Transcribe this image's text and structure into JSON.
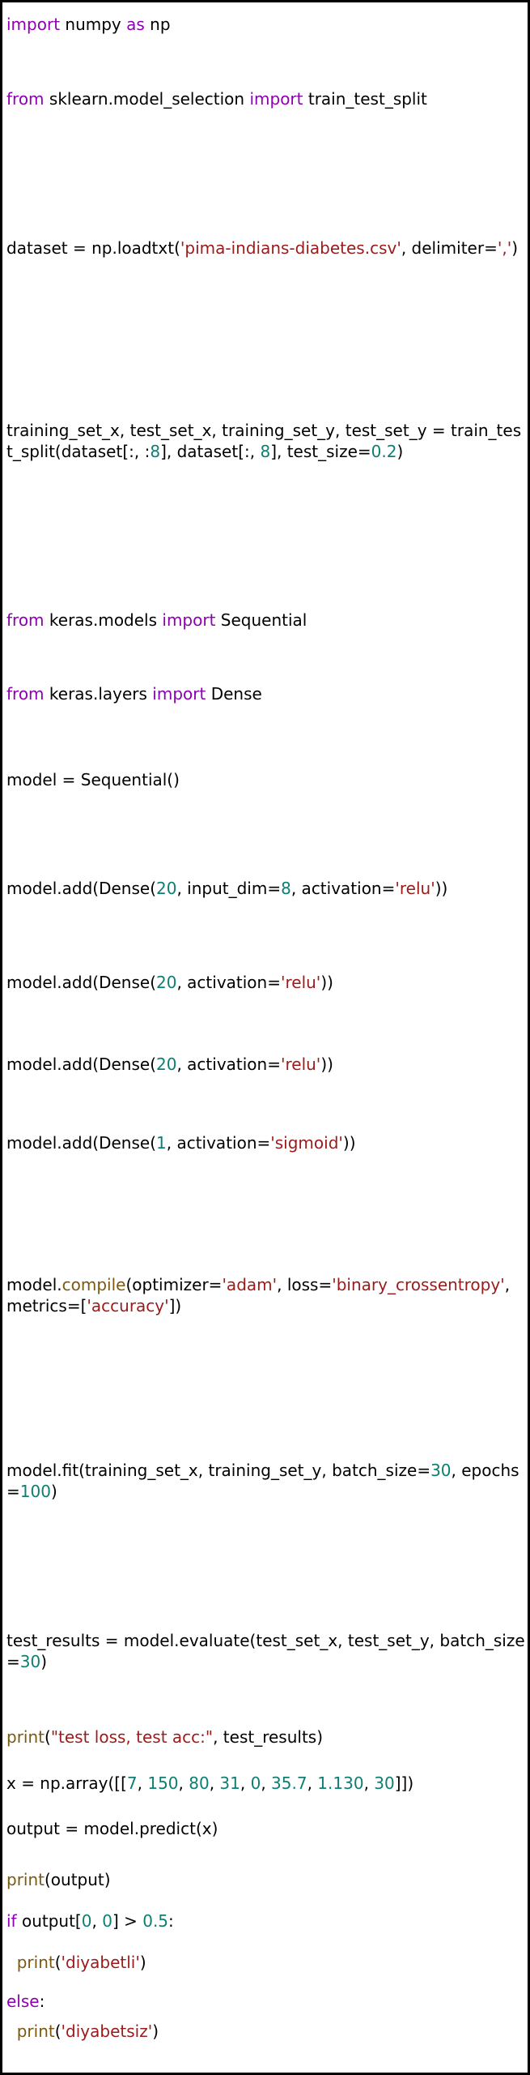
{
  "colors": {
    "keyword": "#8e00b3",
    "string": "#9b1a1a",
    "number": "#0d7f72",
    "builtin": "#7b5a10",
    "text": "#000000"
  },
  "lines": [
    {
      "name": "import-numpy-line",
      "tokens": [
        {
          "t": "kw",
          "v": "import"
        },
        {
          "t": "plain",
          "v": " numpy "
        },
        {
          "t": "kw",
          "v": "as"
        },
        {
          "t": "plain",
          "v": " np"
        }
      ]
    },
    {
      "name": "import-train-test-split-line",
      "tokens": [
        {
          "t": "kw",
          "v": "from"
        },
        {
          "t": "plain",
          "v": " sklearn.model_selection "
        },
        {
          "t": "kw",
          "v": "import"
        },
        {
          "t": "plain",
          "v": " train_test_split"
        }
      ]
    },
    {
      "name": "load-dataset-line",
      "tokens": [
        {
          "t": "plain",
          "v": "dataset = np.loadtxt("
        },
        {
          "t": "str",
          "v": "'pima-indians-diabetes.csv'"
        },
        {
          "t": "plain",
          "v": ", delimiter="
        },
        {
          "t": "str",
          "v": "','"
        },
        {
          "t": "plain",
          "v": ")"
        }
      ]
    },
    {
      "name": "split-dataset-line",
      "tokens": [
        {
          "t": "plain",
          "v": "training_set_x, test_set_x, training_set_y, test_set_y = train_test_split(dataset[:, :"
        },
        {
          "t": "num",
          "v": "8"
        },
        {
          "t": "plain",
          "v": "], dataset[:, "
        },
        {
          "t": "num",
          "v": "8"
        },
        {
          "t": "plain",
          "v": "], test_size="
        },
        {
          "t": "num",
          "v": "0.2"
        },
        {
          "t": "plain",
          "v": ")"
        }
      ]
    },
    {
      "name": "import-sequential-line",
      "tokens": [
        {
          "t": "kw",
          "v": "from"
        },
        {
          "t": "plain",
          "v": " keras.models "
        },
        {
          "t": "kw",
          "v": "import"
        },
        {
          "t": "plain",
          "v": " Sequential"
        }
      ]
    },
    {
      "name": "import-dense-line",
      "tokens": [
        {
          "t": "kw",
          "v": "from"
        },
        {
          "t": "plain",
          "v": " keras.layers "
        },
        {
          "t": "kw",
          "v": "import"
        },
        {
          "t": "plain",
          "v": " Dense"
        }
      ]
    },
    {
      "name": "create-model-line",
      "tokens": [
        {
          "t": "plain",
          "v": "model = Sequential()"
        }
      ]
    },
    {
      "name": "add-input-layer-line",
      "tokens": [
        {
          "t": "plain",
          "v": "model.add(Dense("
        },
        {
          "t": "num",
          "v": "20"
        },
        {
          "t": "plain",
          "v": ", input_dim="
        },
        {
          "t": "num",
          "v": "8"
        },
        {
          "t": "plain",
          "v": ", activation="
        },
        {
          "t": "str",
          "v": "'relu'"
        },
        {
          "t": "plain",
          "v": "))"
        }
      ]
    },
    {
      "name": "add-hidden-layer-line-1",
      "tokens": [
        {
          "t": "plain",
          "v": "model.add(Dense("
        },
        {
          "t": "num",
          "v": "20"
        },
        {
          "t": "plain",
          "v": ", activation="
        },
        {
          "t": "str",
          "v": "'relu'"
        },
        {
          "t": "plain",
          "v": "))"
        }
      ]
    },
    {
      "name": "add-hidden-layer-line-2",
      "tokens": [
        {
          "t": "plain",
          "v": "model.add(Dense("
        },
        {
          "t": "num",
          "v": "20"
        },
        {
          "t": "plain",
          "v": ", activation="
        },
        {
          "t": "str",
          "v": "'relu'"
        },
        {
          "t": "plain",
          "v": "))"
        }
      ]
    },
    {
      "name": "add-output-layer-line",
      "tokens": [
        {
          "t": "plain",
          "v": "model.add(Dense("
        },
        {
          "t": "num",
          "v": "1"
        },
        {
          "t": "plain",
          "v": ", activation="
        },
        {
          "t": "str",
          "v": "'sigmoid'"
        },
        {
          "t": "plain",
          "v": "))"
        }
      ]
    },
    {
      "name": "compile-model-line",
      "tokens": [
        {
          "t": "plain",
          "v": "model."
        },
        {
          "t": "fn",
          "v": "compile"
        },
        {
          "t": "plain",
          "v": "(optimizer="
        },
        {
          "t": "str",
          "v": "'adam'"
        },
        {
          "t": "plain",
          "v": ", loss="
        },
        {
          "t": "str",
          "v": "'binary_crossentropy'"
        },
        {
          "t": "plain",
          "v": ", metrics=["
        },
        {
          "t": "str",
          "v": "'accuracy'"
        },
        {
          "t": "plain",
          "v": "])"
        }
      ]
    },
    {
      "name": "fit-model-line",
      "tokens": [
        {
          "t": "plain",
          "v": "model.fit(training_set_x, training_set_y, batch_size="
        },
        {
          "t": "num",
          "v": "30"
        },
        {
          "t": "plain",
          "v": ", epochs="
        },
        {
          "t": "num",
          "v": "100"
        },
        {
          "t": "plain",
          "v": ")"
        }
      ]
    },
    {
      "name": "evaluate-model-line",
      "tokens": [
        {
          "t": "plain",
          "v": "test_results = model.evaluate(test_set_x, test_set_y, batch_size="
        },
        {
          "t": "num",
          "v": "30"
        },
        {
          "t": "plain",
          "v": ")"
        }
      ]
    },
    {
      "name": "print-results-line",
      "tokens": [
        {
          "t": "fn",
          "v": "print"
        },
        {
          "t": "plain",
          "v": "("
        },
        {
          "t": "str",
          "v": "\"test loss, test acc:\""
        },
        {
          "t": "plain",
          "v": ", test_results)"
        }
      ]
    },
    {
      "name": "input-array-line",
      "tokens": [
        {
          "t": "plain",
          "v": "x = np.array([["
        },
        {
          "t": "num",
          "v": "7"
        },
        {
          "t": "plain",
          "v": ", "
        },
        {
          "t": "num",
          "v": "150"
        },
        {
          "t": "plain",
          "v": ", "
        },
        {
          "t": "num",
          "v": "80"
        },
        {
          "t": "plain",
          "v": ", "
        },
        {
          "t": "num",
          "v": "31"
        },
        {
          "t": "plain",
          "v": ", "
        },
        {
          "t": "num",
          "v": "0"
        },
        {
          "t": "plain",
          "v": ", "
        },
        {
          "t": "num",
          "v": "35.7"
        },
        {
          "t": "plain",
          "v": ", "
        },
        {
          "t": "num",
          "v": "1.130"
        },
        {
          "t": "plain",
          "v": ", "
        },
        {
          "t": "num",
          "v": "30"
        },
        {
          "t": "plain",
          "v": "]])"
        }
      ]
    },
    {
      "name": "predict-line",
      "tokens": [
        {
          "t": "plain",
          "v": "output = model.predict(x)"
        }
      ]
    },
    {
      "name": "print-output-line",
      "tokens": [
        {
          "t": "fn",
          "v": "print"
        },
        {
          "t": "plain",
          "v": "(output)"
        }
      ]
    },
    {
      "name": "if-condition-line",
      "tokens": [
        {
          "t": "kw",
          "v": "if"
        },
        {
          "t": "plain",
          "v": " output["
        },
        {
          "t": "num",
          "v": "0"
        },
        {
          "t": "plain",
          "v": ", "
        },
        {
          "t": "num",
          "v": "0"
        },
        {
          "t": "plain",
          "v": "] > "
        },
        {
          "t": "num",
          "v": "0.5"
        },
        {
          "t": "plain",
          "v": ":"
        }
      ]
    },
    {
      "name": "print-diyabetli-line",
      "tokens": [
        {
          "t": "plain",
          "v": "  "
        },
        {
          "t": "fn",
          "v": "print"
        },
        {
          "t": "plain",
          "v": "("
        },
        {
          "t": "str",
          "v": "'diyabetli'"
        },
        {
          "t": "plain",
          "v": ")"
        }
      ]
    },
    {
      "name": "else-line",
      "tokens": [
        {
          "t": "kw",
          "v": "else"
        },
        {
          "t": "plain",
          "v": ":"
        }
      ]
    },
    {
      "name": "print-diyabetsiz-line",
      "tokens": [
        {
          "t": "plain",
          "v": "  "
        },
        {
          "t": "fn",
          "v": "print"
        },
        {
          "t": "plain",
          "v": "("
        },
        {
          "t": "str",
          "v": "'diyabetsiz'"
        },
        {
          "t": "plain",
          "v": ")"
        }
      ]
    }
  ]
}
